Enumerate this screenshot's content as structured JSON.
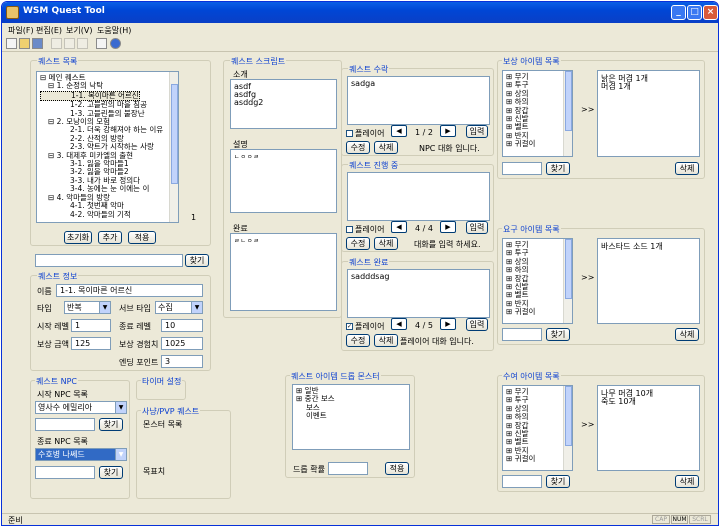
{
  "title": "WSM Quest Tool",
  "menu": [
    "파일(F)",
    "편집(E)",
    "보기(V)",
    "도움말(H)"
  ],
  "quest_list": {
    "title": "퀘스트 목록",
    "tree": [
      "⊟ 메인 퀘스트",
      "⊟ 1. 순정의 낙탁",
      "1-1. 목이마른 어르신",
      "1-2. 고블린의 마을 침공",
      "1-3. 고블린들의 불장난",
      "⊟ 2. 모낭이의 모험",
      "2-1. 더욱 강해져야 하는 이유",
      "2-2. 산적의 방랑",
      "2-3. 약트가 시작하는 사랑",
      "⊟ 3. 대제후 미카엘의 출현",
      "3-1. 잃을 악마들1",
      "3-2. 잃을 악마들2",
      "3-3. 내가 바로 정의다",
      "3-4. 농에는 눈 이에는 이",
      "⊟ 4. 악마들의 방랑",
      "4-1. 첫번째 악마",
      "4-2. 악마들의 기적"
    ],
    "count": "1",
    "btn_reset": "초기화",
    "btn_add": "추가",
    "btn_apply": "적용",
    "btn_find": "찾기"
  },
  "quest_info": {
    "title": "퀘스트 정보",
    "name_label": "이름",
    "name_value": "1-1. 목이마른 어르신",
    "type_label": "타입",
    "type_value": "반복",
    "server_type_label": "서브 타입",
    "server_type_value": "수집",
    "start_level_label": "시작 레벨",
    "start_level_value": "1",
    "end_level_label": "종료 레벨",
    "end_level_value": "10",
    "reward_gold_label": "보상 금액",
    "reward_gold_value": "125",
    "reward_exp_label": "보상 경험치",
    "reward_exp_value": "1025",
    "ending_point_label": "엔딩 포인트",
    "ending_point_value": "3"
  },
  "quest_npc": {
    "title": "퀘스트 NPC",
    "start_label": "시작 NPC 목록",
    "start_value": "영사수 에밀리아",
    "end_label": "종료 NPC 목록",
    "end_value": "수호병 나쎄드",
    "btn_find": "찾기"
  },
  "timer": {
    "title": "타이머 설정"
  },
  "pvp": {
    "title": "사냥/PVP 퀘스트",
    "monster_label": "몬스터 목록",
    "target_label": "목표치"
  },
  "script": {
    "title": "퀘스트 스크립트",
    "summary_label": "소개",
    "summary_lines": [
      "asdf",
      "asdfg",
      "asddg2"
    ],
    "explain_label": "설명",
    "explain_value": "ㄴㅇㅇㄹ",
    "complete_label": "완료",
    "complete_value": "ㄹㄴㅇㄹ"
  },
  "accept": {
    "title": "퀘스트 수락",
    "text": "sadga",
    "player_label": "플레이어",
    "page": "1 / 2",
    "btn_input": "입력",
    "btn_edit": "수정",
    "btn_delete": "삭제",
    "status": "NPC 대화 입니다."
  },
  "progress": {
    "title": "퀘스트 진행 중",
    "text": "",
    "player_label": "플레이어",
    "page": "4 / 4",
    "btn_input": "입력",
    "btn_edit": "수정",
    "btn_delete": "삭제",
    "status": "대화를 입력 하세요."
  },
  "complete": {
    "title": "퀘스트 완료",
    "text": "sadddsag",
    "player_label": "플레이어",
    "page": "4 / 5",
    "btn_input": "입력",
    "btn_edit": "수정",
    "btn_delete": "삭제",
    "status": "플레이어 대화 입니다."
  },
  "drop_monster": {
    "title": "퀘스트 아이템 드롭 몬스터",
    "tree": [
      "⊞ 일반",
      "⊞ 중간 보스",
      "보스",
      "이벤트"
    ],
    "rate_label": "드롭 확률",
    "btn_apply": "적용"
  },
  "reward_items": {
    "title": "보상 아이템 목록",
    "tree": [
      "⊞ 무기",
      "⊞ 투구",
      "⊞ 상의",
      "⊞ 하의",
      "⊞ 장갑",
      "⊞ 신발",
      "⊞ 벨트",
      "⊞ 반지",
      "⊞ 귀걸이"
    ],
    "selected": [
      "낡은 머겸 1개",
      "머겸 1개"
    ],
    "arrow": ">>",
    "btn_find": "찾기",
    "btn_delete": "삭제"
  },
  "required_items": {
    "title": "요구 아이템 목록",
    "tree": [
      "⊞ 무기",
      "⊞ 투구",
      "⊞ 상의",
      "⊞ 하의",
      "⊞ 장갑",
      "⊞ 신발",
      "⊞ 벨트",
      "⊞ 반지",
      "⊞ 귀걸이"
    ],
    "selected": [
      "바스타드 소드 1개"
    ],
    "arrow": ">>",
    "btn_find": "찾기",
    "btn_delete": "삭제"
  },
  "given_items": {
    "title": "수여 아이템 목록",
    "tree": [
      "⊞ 무기",
      "⊞ 투구",
      "⊞ 상의",
      "⊞ 하의",
      "⊞ 장갑",
      "⊞ 신발",
      "⊞ 벨트",
      "⊞ 반지",
      "⊞ 귀걸이"
    ],
    "selected": [
      "나무 머겸 10개",
      "죽도 10개"
    ],
    "arrow": ">>",
    "btn_find": "찾기",
    "btn_delete": "삭제"
  },
  "statusbar": {
    "text": "준비",
    "cap": "CAP",
    "num": "NUM",
    "scrl": "SCRL"
  }
}
